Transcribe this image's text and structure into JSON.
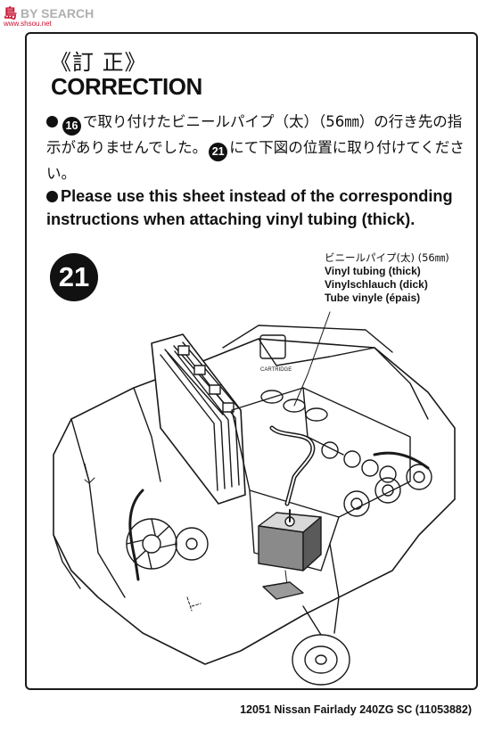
{
  "watermark": {
    "logo_text": "島",
    "brand": "BY SEARCH",
    "url": "www.shsou.net"
  },
  "correction": {
    "title_jp": "《訂 正》",
    "title_en": "CORRECTION",
    "jp": {
      "part1": "で取り付けたビニールパイプ（太）（56㎜）の行き先の指示がありませんでした。",
      "ref_num_1": "16",
      "ref_num_2": "21",
      "part2": "にて下図の位置に取り付けてください。"
    },
    "en": "Please use this sheet instead of the corresponding instructions when attaching vinyl tubing (thick)."
  },
  "step": {
    "number": "21"
  },
  "callout": {
    "jp": "ビニールパイプ(太) (56㎜)",
    "en": "Vinyl tubing (thick)",
    "de": "Vinylschlauch (dick)",
    "fr": "Tube vinyle (épais)"
  },
  "illustration": {
    "part_label": "CARTRIDGE"
  },
  "footer": {
    "text": "12051 Nissan Fairlady 240ZG SC (11053882)"
  }
}
